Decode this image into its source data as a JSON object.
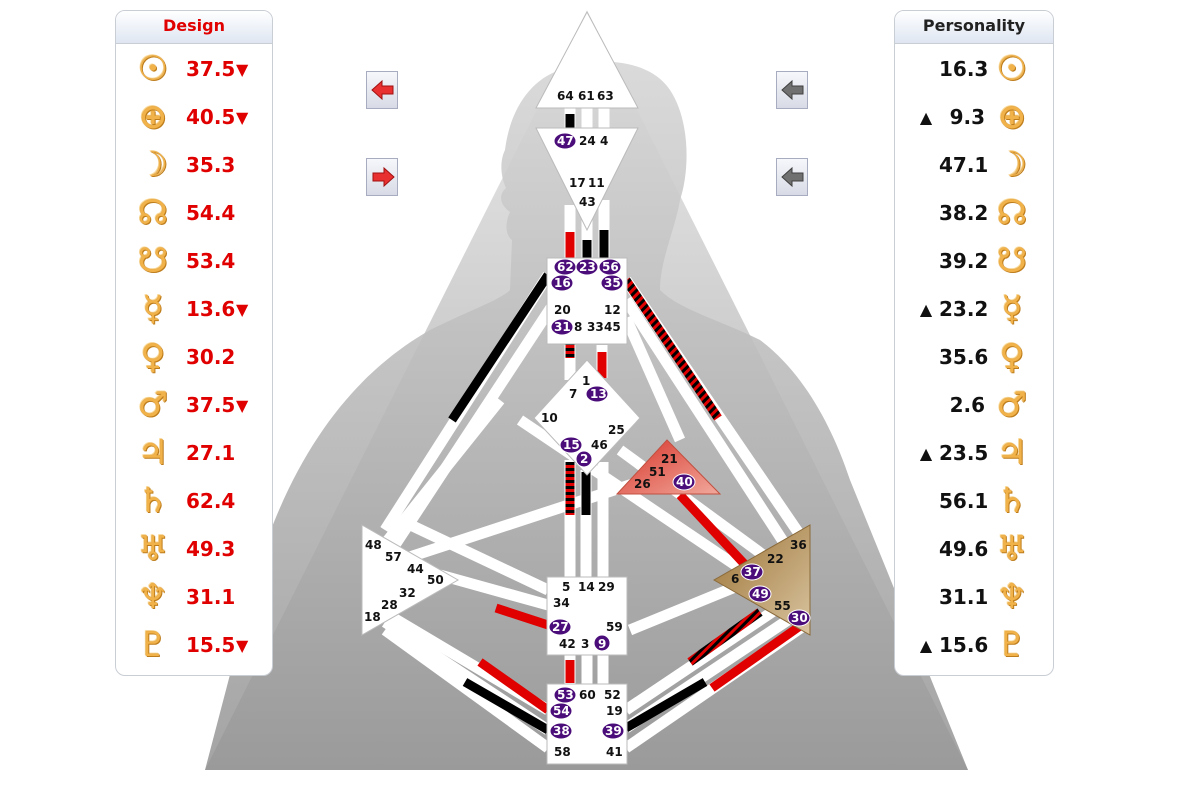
{
  "design": {
    "title": "Design",
    "rows": [
      {
        "planet": "sun-icon",
        "glyph": "☉",
        "value": "37.5",
        "mark": "▼"
      },
      {
        "planet": "earth-icon",
        "glyph": "⊕",
        "value": "40.5",
        "mark": "▼"
      },
      {
        "planet": "moon-icon",
        "glyph": "☽",
        "value": "35.3",
        "mark": ""
      },
      {
        "planet": "north-node-icon",
        "glyph": "☊",
        "value": "54.4",
        "mark": ""
      },
      {
        "planet": "south-node-icon",
        "glyph": "☋",
        "value": "53.4",
        "mark": ""
      },
      {
        "planet": "mercury-icon",
        "glyph": "☿",
        "value": "13.6",
        "mark": "▼"
      },
      {
        "planet": "venus-icon",
        "glyph": "♀",
        "value": "30.2",
        "mark": ""
      },
      {
        "planet": "mars-icon",
        "glyph": "♂",
        "value": "37.5",
        "mark": "▼"
      },
      {
        "planet": "jupiter-icon",
        "glyph": "♃",
        "value": "27.1",
        "mark": ""
      },
      {
        "planet": "saturn-icon",
        "glyph": "♄",
        "value": "62.4",
        "mark": ""
      },
      {
        "planet": "uranus-icon",
        "glyph": "♅",
        "value": "49.3",
        "mark": ""
      },
      {
        "planet": "neptune-icon",
        "glyph": "♆",
        "value": "31.1",
        "mark": ""
      },
      {
        "planet": "pluto-icon",
        "glyph": "♇",
        "value": "15.5",
        "mark": "▼"
      }
    ]
  },
  "personality": {
    "title": "Personality",
    "rows": [
      {
        "planet": "sun-icon",
        "glyph": "☉",
        "value": "16.3",
        "mark": ""
      },
      {
        "planet": "earth-icon",
        "glyph": "⊕",
        "value": "9.3",
        "mark": "▲"
      },
      {
        "planet": "moon-icon",
        "glyph": "☽",
        "value": "47.1",
        "mark": ""
      },
      {
        "planet": "north-node-icon",
        "glyph": "☊",
        "value": "38.2",
        "mark": ""
      },
      {
        "planet": "south-node-icon",
        "glyph": "☋",
        "value": "39.2",
        "mark": ""
      },
      {
        "planet": "mercury-icon",
        "glyph": "☿",
        "value": "23.2",
        "mark": "▲"
      },
      {
        "planet": "venus-icon",
        "glyph": "♀",
        "value": "35.6",
        "mark": ""
      },
      {
        "planet": "mars-icon",
        "glyph": "♂",
        "value": "2.6",
        "mark": ""
      },
      {
        "planet": "jupiter-icon",
        "glyph": "♃",
        "value": "23.5",
        "mark": "▲"
      },
      {
        "planet": "saturn-icon",
        "glyph": "♄",
        "value": "56.1",
        "mark": ""
      },
      {
        "planet": "uranus-icon",
        "glyph": "♅",
        "value": "49.6",
        "mark": ""
      },
      {
        "planet": "neptune-icon",
        "glyph": "♆",
        "value": "31.1",
        "mark": ""
      },
      {
        "planet": "pluto-icon",
        "glyph": "♇",
        "value": "15.6",
        "mark": "▲"
      }
    ]
  },
  "nav": [
    {
      "name": "design-prev-button",
      "icon": "arrow-left-icon",
      "color": "#e83030"
    },
    {
      "name": "design-next-button",
      "icon": "arrow-right-icon",
      "color": "#e83030"
    },
    {
      "name": "personality-prev-button",
      "icon": "arrow-left-icon",
      "color": "#707070"
    },
    {
      "name": "personality-next-button",
      "icon": "arrow-left-icon",
      "color": "#707070"
    }
  ],
  "colors": {
    "design_red": "#e00000",
    "activation_black": "#000000",
    "highlight_purple": "#4b0d7a",
    "ego_center": "#e0554a",
    "spleen_center": "#b38b4e",
    "background_silhouette": "#c4c4c4"
  },
  "gates": {
    "head": [
      "64",
      "61",
      "63"
    ],
    "ajna_top": [
      "47",
      "24",
      "4"
    ],
    "ajna_bottom": [
      "17",
      "11",
      "43"
    ],
    "throat": [
      "62",
      "23",
      "56",
      "16",
      "35",
      "20",
      "12",
      "31",
      "8",
      "33",
      "45"
    ],
    "g_center": [
      "1",
      "7",
      "13",
      "10",
      "25",
      "15",
      "46",
      "2"
    ],
    "ego": [
      "21",
      "51",
      "26",
      "40"
    ],
    "spleen": [
      "48",
      "57",
      "44",
      "50",
      "32",
      "28",
      "18"
    ],
    "solar_plexus": [
      "36",
      "22",
      "6",
      "37",
      "49",
      "55",
      "30"
    ],
    "sacral": [
      "5",
      "14",
      "29",
      "34",
      "59",
      "27",
      "42",
      "3",
      "9"
    ],
    "root": [
      "53",
      "60",
      "52",
      "54",
      "19",
      "38",
      "39",
      "58",
      "41"
    ]
  }
}
